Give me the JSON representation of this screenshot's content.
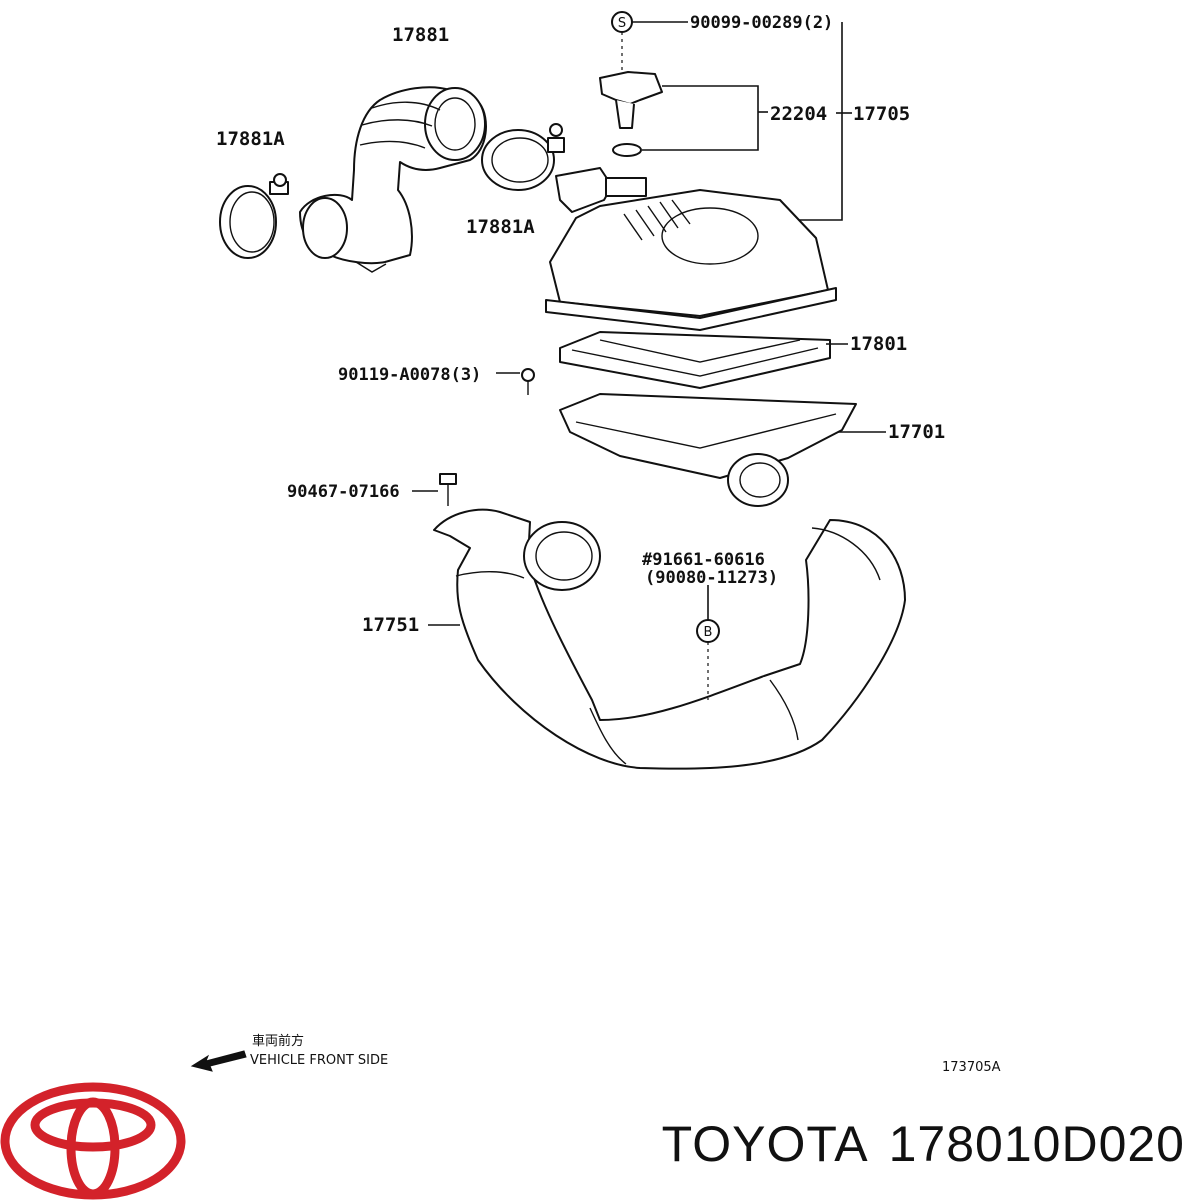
{
  "diagram": {
    "labels": {
      "p17881": "17881",
      "p17881a_left": "17881A",
      "p17881a_right": "17881A",
      "p90099": "90099-00289(2)",
      "p22204": "22204",
      "p17705": "17705",
      "p17801": "17801",
      "p90119": "90119-A0078(3)",
      "p17701": "17701",
      "p90467": "90467-07166",
      "p91661": "#91661-60616",
      "p90080": "(90080-11273)",
      "p17751": "17751"
    },
    "markers": {
      "s": "S",
      "b": "B"
    },
    "direction": {
      "japanese": "車両前方",
      "english": "VEHICLE FRONT SIDE"
    },
    "figure_code": "173705A"
  },
  "footer": {
    "brand": "TOYOTA",
    "part_number": "178010D020"
  },
  "colors": {
    "logo": "#d3222a",
    "ink": "#111111"
  }
}
